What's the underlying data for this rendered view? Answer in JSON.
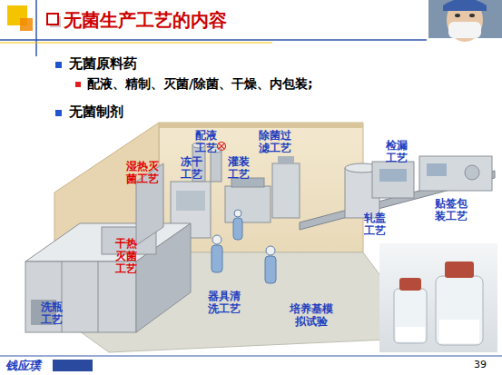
{
  "diagram": {
    "title": "无菌生产工艺的内容",
    "labels": [
      "无菌原料药",
      "配液、精制、灭菌/除菌、干燥、内包装;",
      "无菌制剂",
      "配液工艺",
      "除菌过滤工艺",
      "冻干工艺",
      "灌装工艺",
      "湿热灭菌工艺",
      "干热灭菌工艺",
      "检漏工艺",
      "轧盖工艺",
      "贴签包装工艺",
      "洗瓶工艺",
      "器具清洗工艺",
      "培养基模拟试验",
      "钱应璞",
      "39"
    ]
  }
}
